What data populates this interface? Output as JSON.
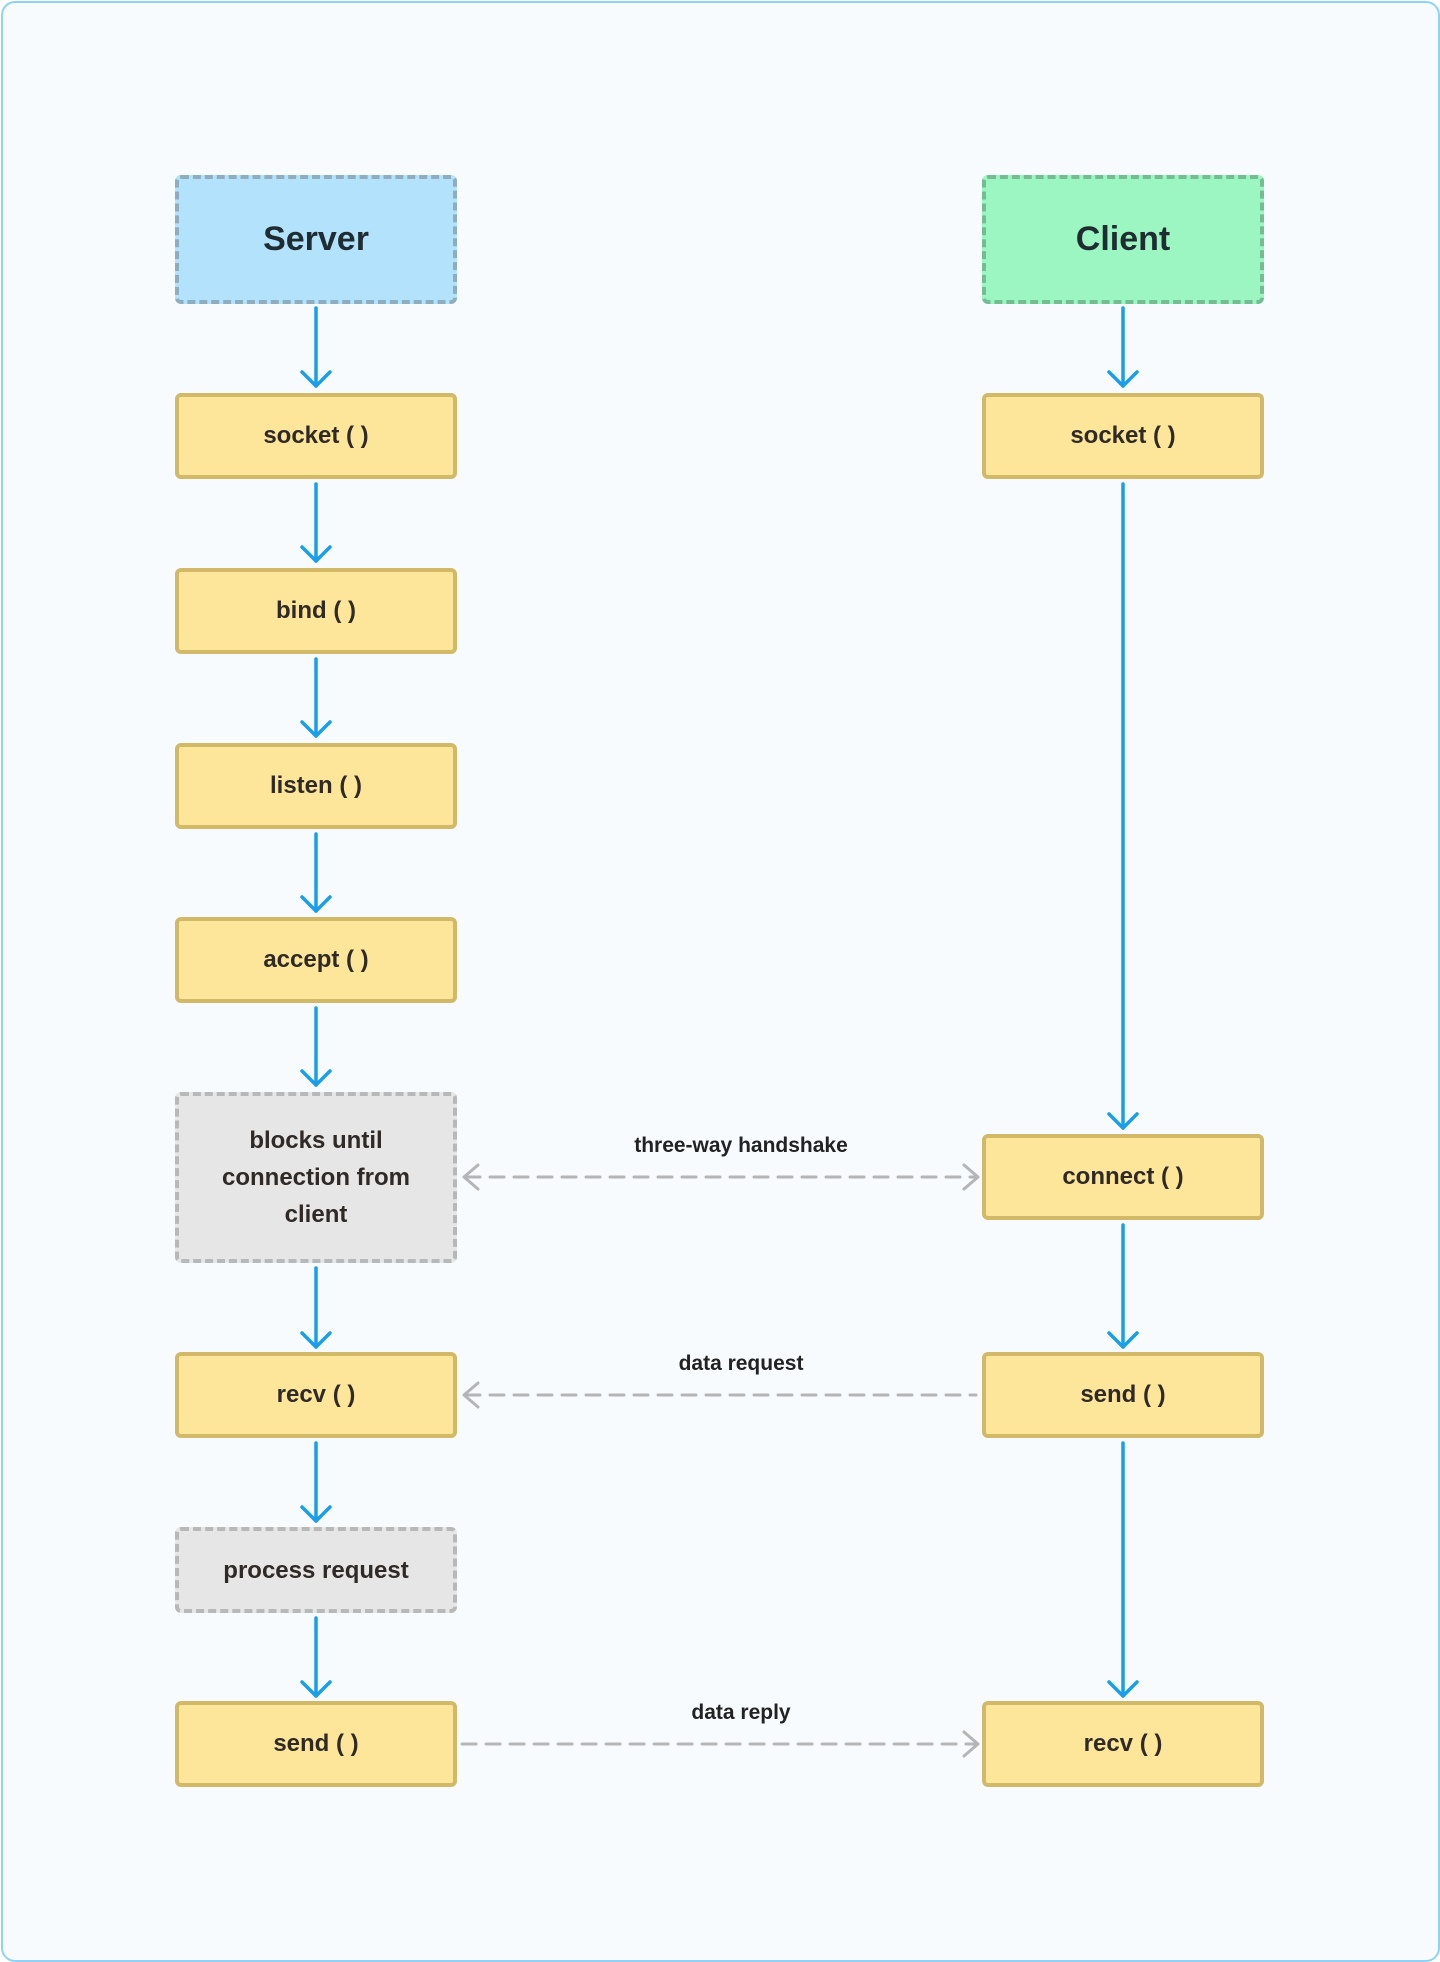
{
  "server": {
    "title": "Server",
    "steps": [
      "socket ( )",
      "bind ( )",
      "listen ( )",
      "accept ( )"
    ],
    "wait_label": "blocks until connection from client",
    "recv": "recv ( )",
    "process": "process request",
    "send": "send ( )"
  },
  "client": {
    "title": "Client",
    "socket": "socket ( )",
    "connect": "connect ( )",
    "send": "send ( )",
    "recv": "recv ( )"
  },
  "messages": {
    "handshake": "three-way handshake",
    "request": "data request",
    "reply": "data reply"
  },
  "colors": {
    "flow_arrow": "#1a9ee8",
    "message_arrow": "#b5b5b5",
    "step_fill": "#fde69a",
    "server_fill": "#b3e3fc",
    "client_fill": "#9cf6c1",
    "wait_fill": "#e6e6e6"
  }
}
